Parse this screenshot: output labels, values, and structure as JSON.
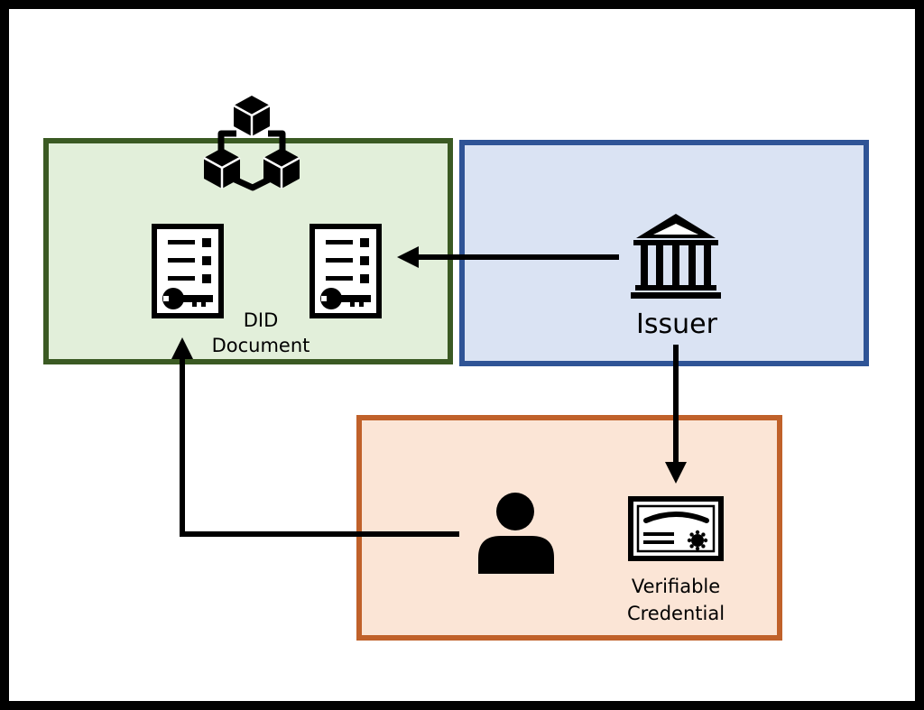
{
  "labels": {
    "did_document_line1": "DID",
    "did_document_line2": "Document",
    "issuer": "Issuer",
    "vc_line1": "Verifiable",
    "vc_line2": "Credential"
  },
  "colors": {
    "frame": "#000000",
    "ledger_fill": "#e2efda",
    "ledger_border": "#3b5a23",
    "issuer_fill": "#dae3f3",
    "issuer_border": "#2f5496",
    "holder_fill": "#fbe5d6",
    "holder_border": "#c0612a",
    "ink": "#000000"
  },
  "icons": {
    "blockchain": "blockchain-cubes-icon",
    "did_doc": "document-key-icon",
    "issuer": "bank-building-icon",
    "holder": "person-icon",
    "credential": "certificate-icon"
  }
}
